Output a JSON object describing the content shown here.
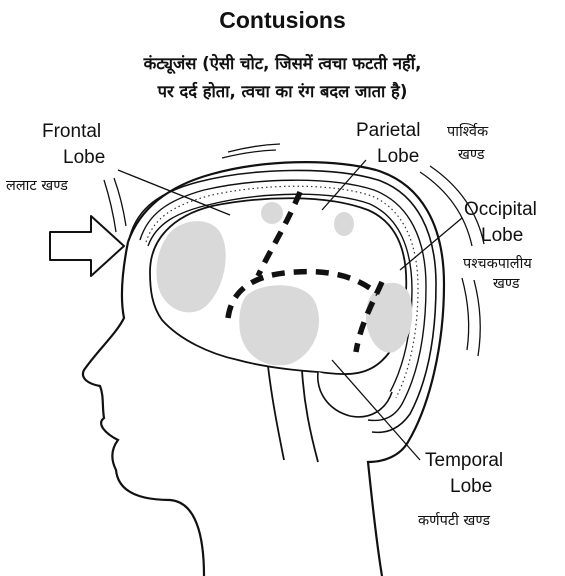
{
  "title": "Contusions",
  "subtitle_line1": "कंट्यूजंस (ऐसी चोट, जिसमें त्वचा फटती नहीं,",
  "subtitle_line2": "पर दर्द होता, त्वचा का रंग बदल जाता है)",
  "labels": {
    "frontal_en_1": "Frontal",
    "frontal_en_2": "Lobe",
    "frontal_hi": "ललाट खण्ड",
    "parietal_en_1": "Parietal",
    "parietal_en_2": "Lobe",
    "parietal_hi_1": "पार्श्विक",
    "parietal_hi_2": "खण्ड",
    "occipital_en_1": "Occipital",
    "occipital_en_2": "Lobe",
    "occipital_hi_1": "पश्चकपालीय",
    "occipital_hi_2": "खण्ड",
    "temporal_en_1": "Temporal",
    "temporal_en_2": "Lobe",
    "temporal_hi": "कर्णपटी खण्ड"
  },
  "colors": {
    "line": "#111111",
    "bruise": "#d9d9d9",
    "background": "#ffffff"
  }
}
